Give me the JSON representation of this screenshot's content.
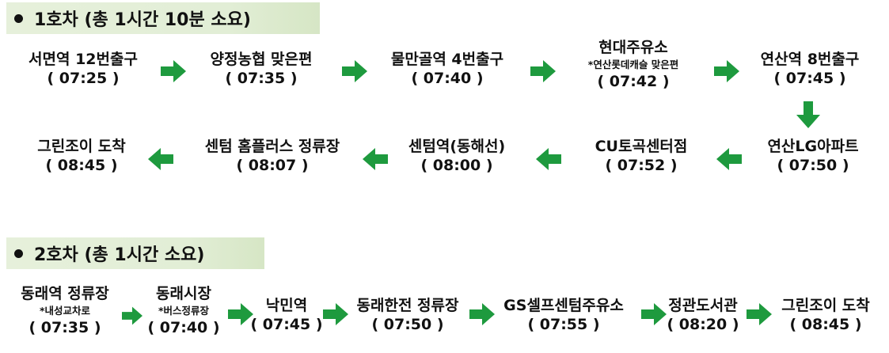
{
  "routes": [
    {
      "title": "1호차 (총 1시간 10분 소요)",
      "stops": [
        {
          "name": "서면역 12번출구",
          "note": "",
          "time": "( 07:25 )"
        },
        {
          "name": "양정농협 맞은편",
          "note": "",
          "time": "( 07:35 )"
        },
        {
          "name": "물만골역 4번출구",
          "note": "",
          "time": "( 07:40 )"
        },
        {
          "name": "현대주유소",
          "note": "*연산롯데캐슬 맞은편",
          "time": "( 07:42 )"
        },
        {
          "name": "연산역 8번출구",
          "note": "",
          "time": "( 07:45 )"
        },
        {
          "name": "연산LG아파트",
          "note": "",
          "time": "( 07:50 )"
        },
        {
          "name": "CU토곡센터점",
          "note": "",
          "time": "( 07:52 )"
        },
        {
          "name": "센텀역(동해선)",
          "note": "",
          "time": "( 08:00 )"
        },
        {
          "name": "센텀 홈플러스 정류장",
          "note": "",
          "time": "( 08:07 )"
        },
        {
          "name": "그린조이 도착",
          "note": "",
          "time": "( 08:45 )"
        }
      ]
    },
    {
      "title": "2호차 (총 1시간 소요)",
      "stops": [
        {
          "name": "동래역 정류장",
          "note": "*내성교차로",
          "time": "( 07:35 )"
        },
        {
          "name": "동래시장",
          "note": "*버스정류장",
          "time": "( 07:40 )"
        },
        {
          "name": "낙민역",
          "note": "",
          "time": "( 07:45 )"
        },
        {
          "name": "동래한전 정류장",
          "note": "",
          "time": "( 07:50 )"
        },
        {
          "name": "GS셀프센텀주유소",
          "note": "",
          "time": "( 07:55 )"
        },
        {
          "name": "정관도서관",
          "note": "",
          "time": "( 08:20 )"
        },
        {
          "name": "그린조이 도착",
          "note": "",
          "time": "( 08:45 )"
        }
      ]
    }
  ],
  "icons": {
    "arrow": "green-arrow-icon"
  },
  "colors": {
    "arrow": "#1e9a3e",
    "header_bg": "#e2eed6",
    "text": "#111111"
  }
}
